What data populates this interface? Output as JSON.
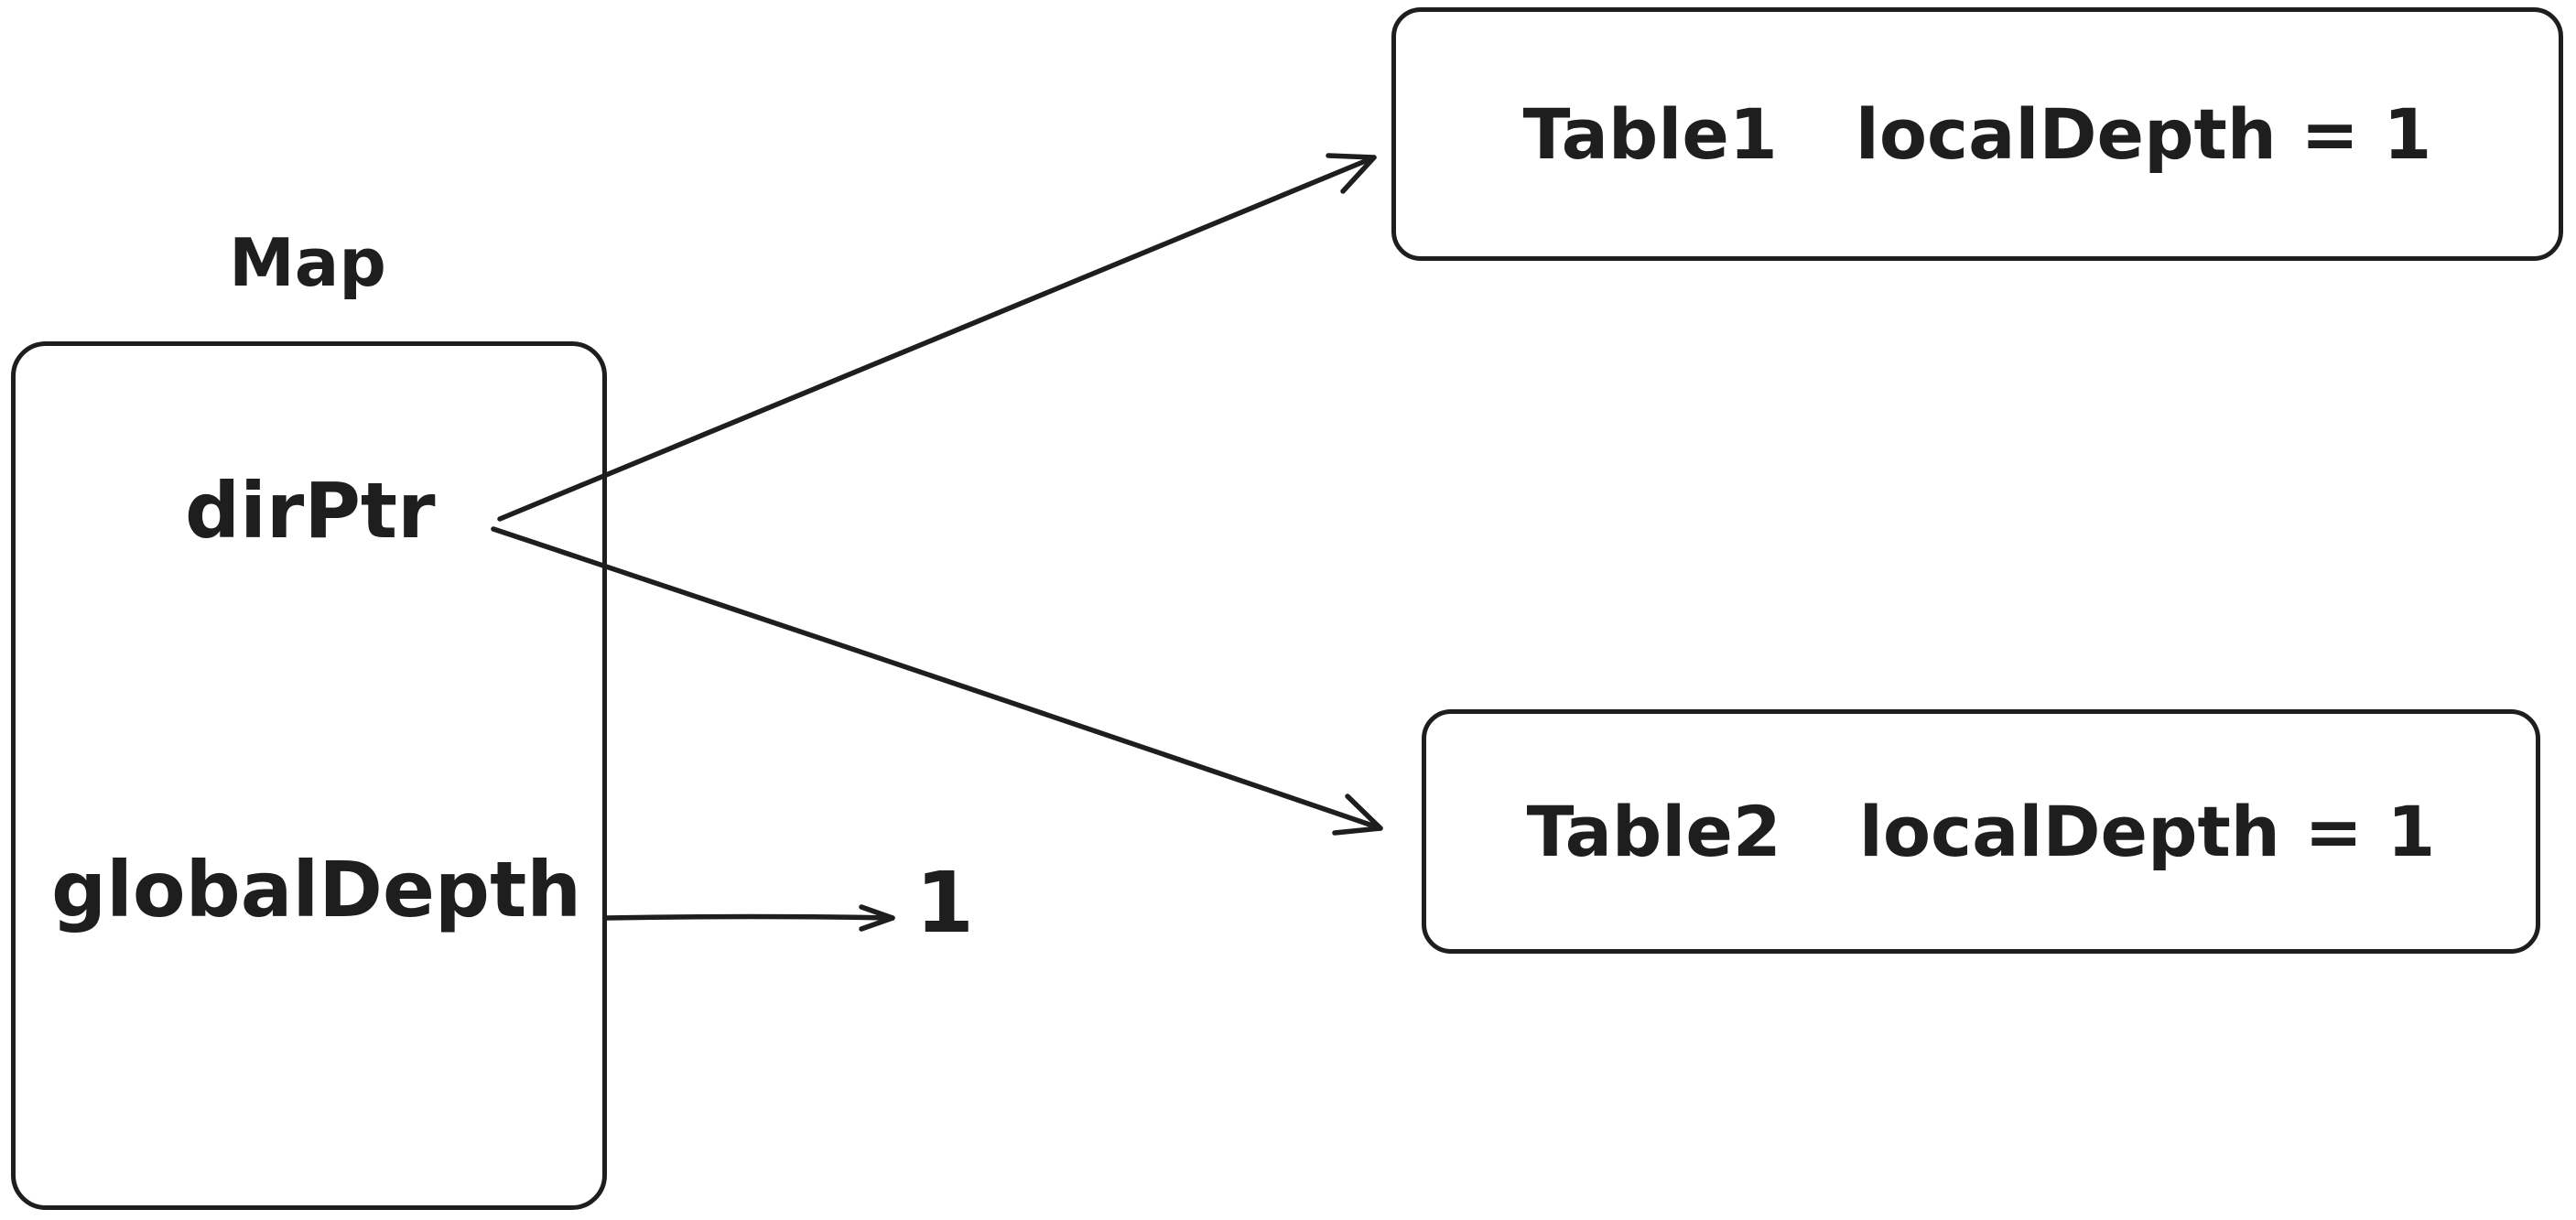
{
  "colors": {
    "stroke": "#1e1e1e",
    "background": "#ffffff"
  },
  "map": {
    "title": "Map",
    "fields": [
      {
        "label": "dirPtr"
      },
      {
        "label": "globalDepth"
      }
    ]
  },
  "global_depth": {
    "value": "1"
  },
  "tables": [
    {
      "name": "Table1",
      "detail": "localDepth = 1"
    },
    {
      "name": "Table2",
      "detail": "localDepth = 1"
    }
  ],
  "arrows": [
    {
      "from": "dirPtr",
      "to": "Table1"
    },
    {
      "from": "dirPtr",
      "to": "Table2"
    },
    {
      "from": "globalDepth",
      "to": "1"
    }
  ]
}
